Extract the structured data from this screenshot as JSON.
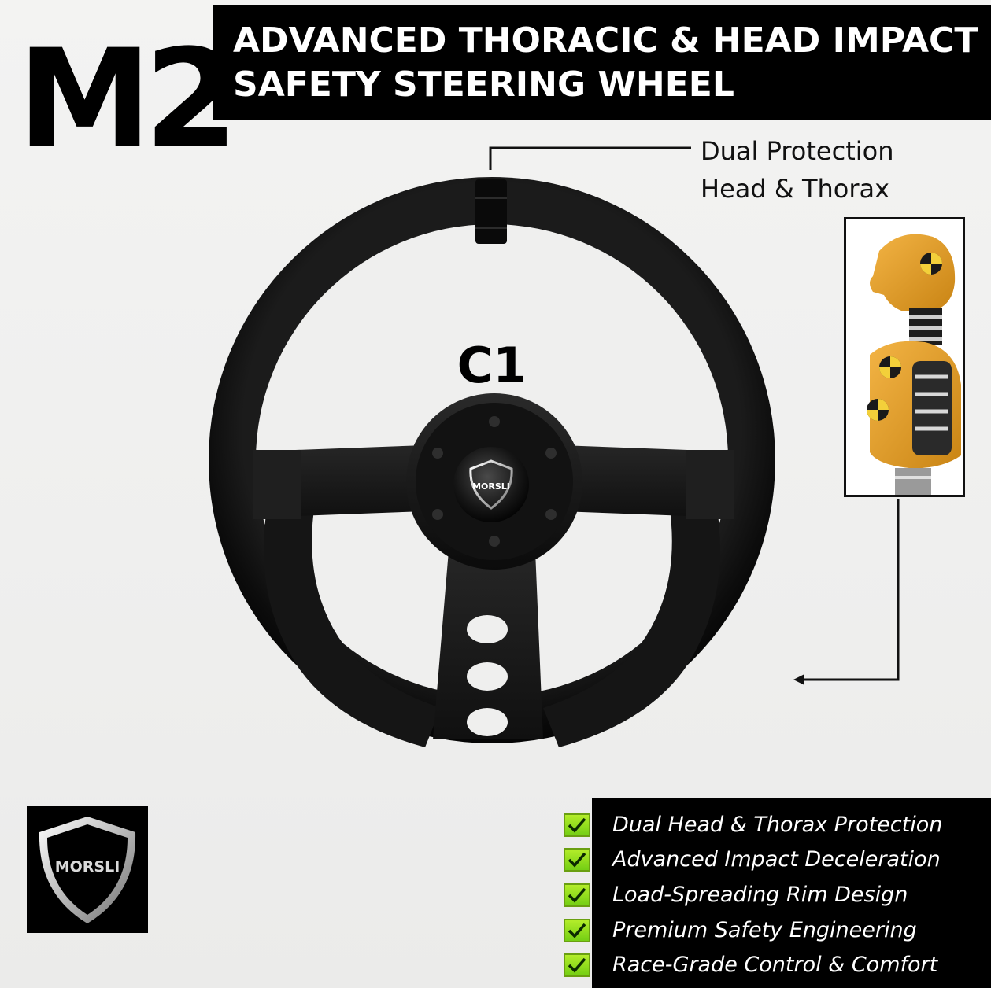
{
  "model_code": "M2",
  "title": {
    "line1": "ADVANCED THORACIC & HEAD IMPACT",
    "line2": "SAFETY STEERING WHEEL"
  },
  "callout": {
    "line1": "Dual Protection",
    "line2": "Head & Thorax"
  },
  "product_label": "C1",
  "brand": "MORSLI",
  "features": [
    "Dual Head & Thorax Protection",
    "Advanced Impact Deceleration",
    "Load-Spreading Rim Design",
    "Premium Safety Engineering",
    "Race-Grade Control & Comfort"
  ],
  "icons": {
    "check": "check-icon",
    "shield": "shield-icon",
    "dummy": "crash-test-dummy"
  },
  "colors": {
    "background": "#efefee",
    "title_bar": "#000000",
    "dummy_orange": "#e9a530",
    "check_green": "#8ddc1c"
  }
}
